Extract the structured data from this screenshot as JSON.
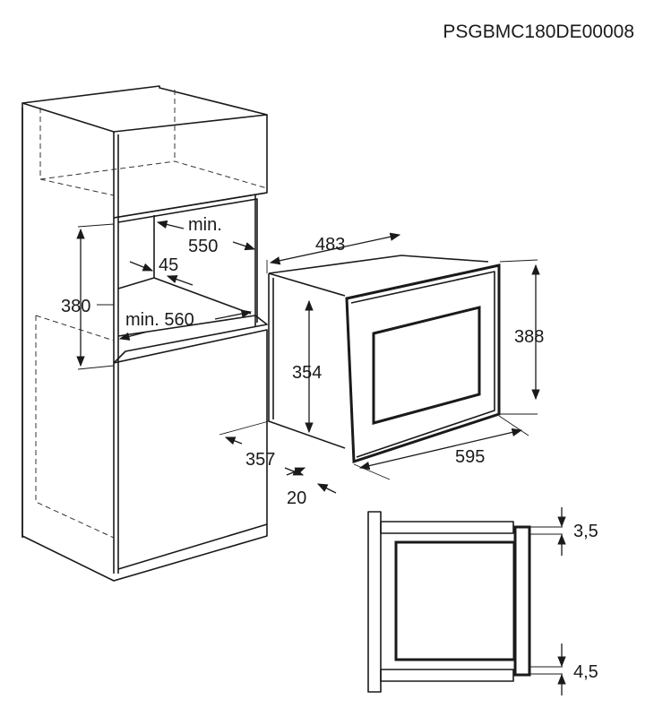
{
  "header": {
    "code": "PSGBMC180DE00008"
  },
  "cabinet_dimensions": {
    "niche_height": "380",
    "niche_depth_label": "min.",
    "niche_depth_value": "550",
    "niche_width": "min. 560",
    "rear_gap": "45"
  },
  "appliance_dimensions": {
    "body_width": "483",
    "body_height": "354",
    "front_height": "388",
    "front_width": "595",
    "body_depth": "357",
    "front_thickness": "20"
  },
  "detail_dimensions": {
    "top_gap": "3,5",
    "bottom_gap": "4,5"
  }
}
